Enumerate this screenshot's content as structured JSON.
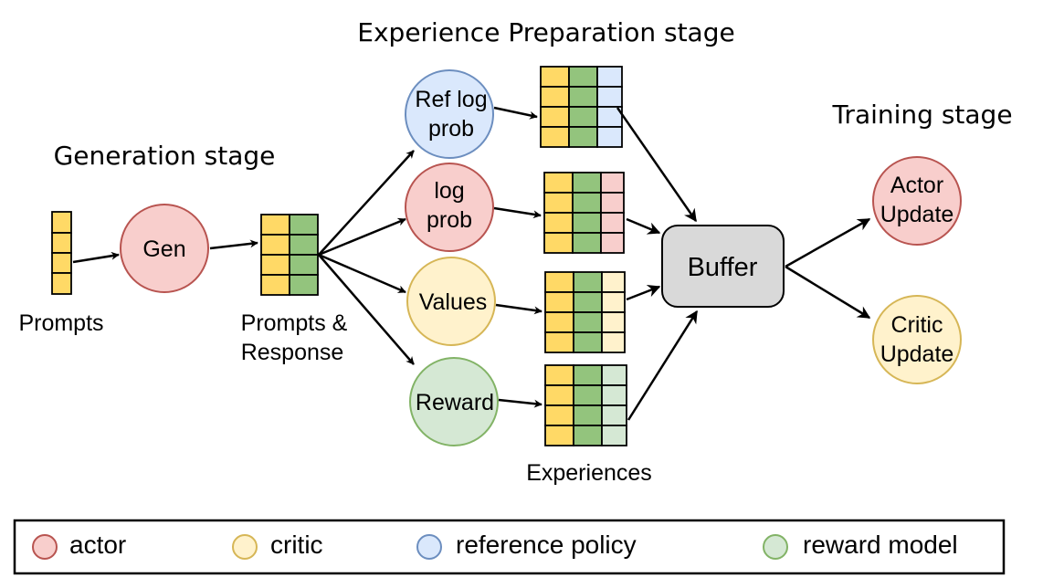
{
  "stages": {
    "generation": "Generation stage",
    "experience": "Experience Preparation stage",
    "training": "Training stage"
  },
  "nodes": {
    "gen": {
      "label": "Gen",
      "role": "actor"
    },
    "ref": {
      "lines": [
        "Ref log",
        "prob"
      ],
      "role": "reference"
    },
    "logprob": {
      "lines": [
        "log",
        "prob"
      ],
      "role": "actor"
    },
    "values": {
      "label": "Values",
      "role": "critic"
    },
    "reward": {
      "label": "Reward",
      "role": "reward"
    },
    "buffer": {
      "label": "Buffer"
    },
    "actor_update": {
      "lines": [
        "Actor",
        "Update"
      ],
      "role": "actor"
    },
    "critic_update": {
      "lines": [
        "Critic",
        "Update"
      ],
      "role": "critic"
    }
  },
  "captions": {
    "prompts": "Prompts",
    "prompts_response": [
      "Prompts &",
      "Response"
    ],
    "experiences": "Experiences"
  },
  "legend": [
    {
      "key": "actor",
      "label": "actor"
    },
    {
      "key": "critic",
      "label": "critic"
    },
    {
      "key": "reference",
      "label": "reference policy"
    },
    {
      "key": "reward",
      "label": "reward model"
    }
  ],
  "colors": {
    "actor_fill": "#f8cecc",
    "actor_stroke": "#b85450",
    "critic_fill": "#fff2cc",
    "critic_stroke": "#d6b656",
    "reference_fill": "#dae8fc",
    "reference_stroke": "#6c8ebf",
    "reward_fill": "#d5e8d4",
    "reward_stroke": "#82b366",
    "prompt_cell": "#ffd966",
    "response_cell": "#93c47d",
    "buffer_fill": "#d9d9d9"
  }
}
